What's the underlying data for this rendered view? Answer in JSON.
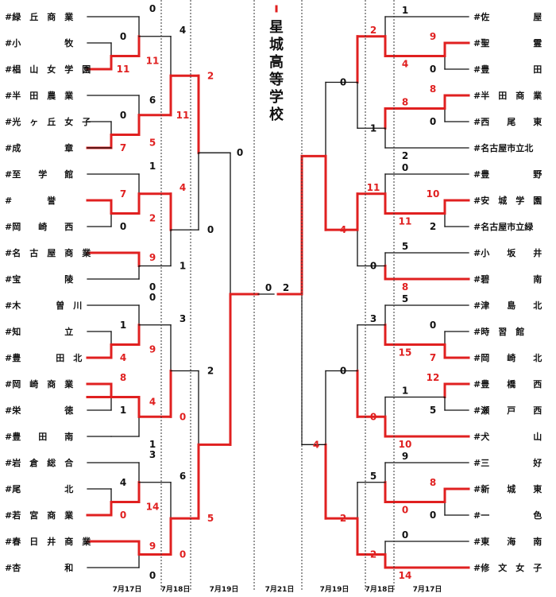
{
  "left_teams": [
    "緑　丘　商　業",
    "小　　　　　牧",
    "椙　山　女　学　園",
    "半　田　農　業",
    "光　ヶ　丘　女　子",
    "成　　　　　章",
    "至　　学　　館",
    "　　　　誉",
    "岡　　崎　　西",
    "名　古　屋　商　業",
    "宝　　　　　陵",
    "木　　　　曽　川",
    "知　　　　　立",
    "豊　　　　田　北",
    "岡　崎　商　業",
    "栄　　　　　徳",
    "豊　　田　　南",
    "岩　倉　総　合",
    "尾　　　　　北",
    "若　宮　商　業",
    "春　日　井　商　業",
    "杏　　　　　和"
  ],
  "right_teams": [
    "佐　　　　　屋",
    "聖　　　　　霊",
    "豊　　　　　田",
    "半　田　商　業",
    "西　　尾　　東",
    "名古屋市立北",
    "豊　　　　　野",
    "安　城　学　園",
    "名古屋市立緑",
    "小　　坂　　井",
    "碧　　　　　南",
    "津　　島　　北",
    "時　習　館",
    "岡　　崎　　北",
    "豊　　橋　　西",
    "瀬　　戸　　西",
    "犬　　　　　山",
    "三　　　　　好",
    "新　　城　　東",
    "一　　　　　色",
    "東　　海　　南",
    "修　文　女　子"
  ],
  "left_round1": [
    [
      "0",
      "11"
    ],
    [
      "0",
      "7"
    ],
    [
      "7",
      "0"
    ],
    [
      "1",
      "4"
    ],
    [
      "8",
      "1"
    ],
    [
      "4",
      "0"
    ]
  ],
  "left_round2": [
    [
      "0",
      "11"
    ],
    [
      "6",
      "5"
    ],
    [
      "1",
      "2"
    ],
    [
      "9",
      "0"
    ],
    [
      "0",
      "9"
    ],
    [
      "4",
      "1"
    ],
    [
      "3",
      "14"
    ],
    [
      "9",
      "0"
    ]
  ],
  "left_round3": [
    [
      "4",
      "11"
    ],
    [
      "4",
      "1"
    ],
    [
      "3",
      "0"
    ],
    [
      "6",
      "0"
    ],
    [
      "5",
      "0"
    ]
  ],
  "left_round4": [
    [
      "2",
      "0"
    ],
    [
      "2",
      "5"
    ]
  ],
  "left_semi": [
    "0"
  ],
  "right_round1": [
    [
      "9",
      "0"
    ],
    [
      "8",
      "0"
    ],
    [
      "10",
      "2"
    ],
    [
      "0",
      "7"
    ],
    [
      "12",
      "5"
    ],
    [
      "8",
      "0"
    ]
  ],
  "right_round2": [
    [
      "1",
      "4"
    ],
    [
      "8",
      "2"
    ],
    [
      "0",
      "11"
    ],
    [
      "5",
      "8"
    ],
    [
      "5",
      "15"
    ],
    [
      "1",
      "10"
    ],
    [
      "9",
      "0"
    ],
    [
      "0",
      "14"
    ]
  ],
  "right_round3": [
    [
      "2",
      "1"
    ],
    [
      "11",
      "0"
    ],
    [
      "3",
      "0"
    ],
    [
      "5",
      "2"
    ],
    [
      "4",
      "7"
    ]
  ],
  "right_round4": [
    [
      "0",
      "4"
    ],
    [
      "0",
      "2"
    ]
  ],
  "right_semi": [
    "4"
  ],
  "final": [
    "0",
    "2"
  ],
  "champion": "星城高等学校",
  "dates_left": [
    "7月17日",
    "7月18日",
    "7月19日"
  ],
  "date_final": "7月21日",
  "dates_right": [
    "7月19日",
    "7月18日",
    "7月17日"
  ],
  "prefix": "#",
  "colors": {
    "win": "#e02020",
    "line": "#111111"
  }
}
